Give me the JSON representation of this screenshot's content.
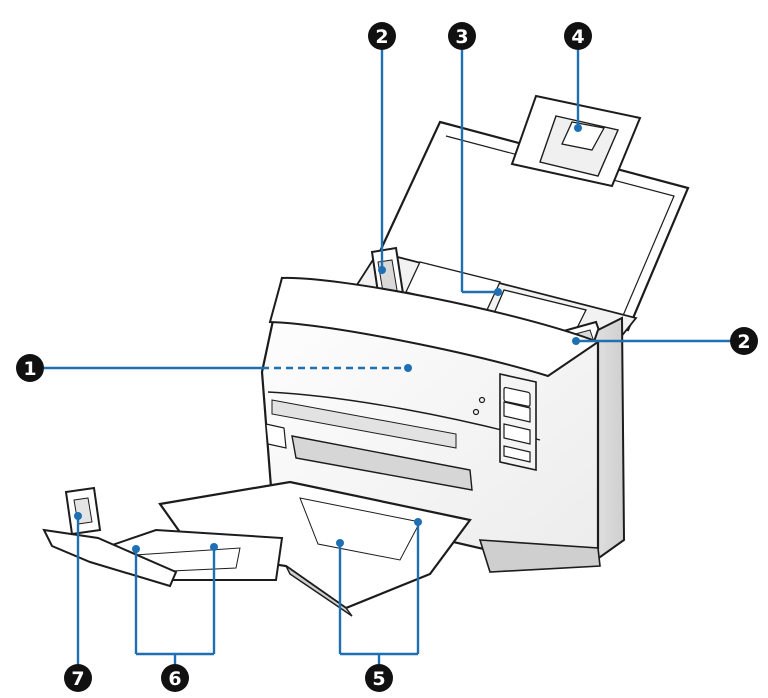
{
  "diagram": {
    "subject": "document-scanner",
    "colors": {
      "body": "#ffffff",
      "outline": "#1c1c1c",
      "shade": "#e6e6e6",
      "dark_shade": "#8a8a8a",
      "callout_line": "#1e6fb4",
      "badge_fill": "#111111",
      "badge_text": "#ffffff"
    },
    "callouts": [
      {
        "id": "c1",
        "number": "1"
      },
      {
        "id": "c2a",
        "number": "2"
      },
      {
        "id": "c2b",
        "number": "2"
      },
      {
        "id": "c3",
        "number": "3"
      },
      {
        "id": "c4",
        "number": "4"
      },
      {
        "id": "c5",
        "number": "5"
      },
      {
        "id": "c6",
        "number": "6"
      },
      {
        "id": "c7",
        "number": "7"
      }
    ]
  }
}
